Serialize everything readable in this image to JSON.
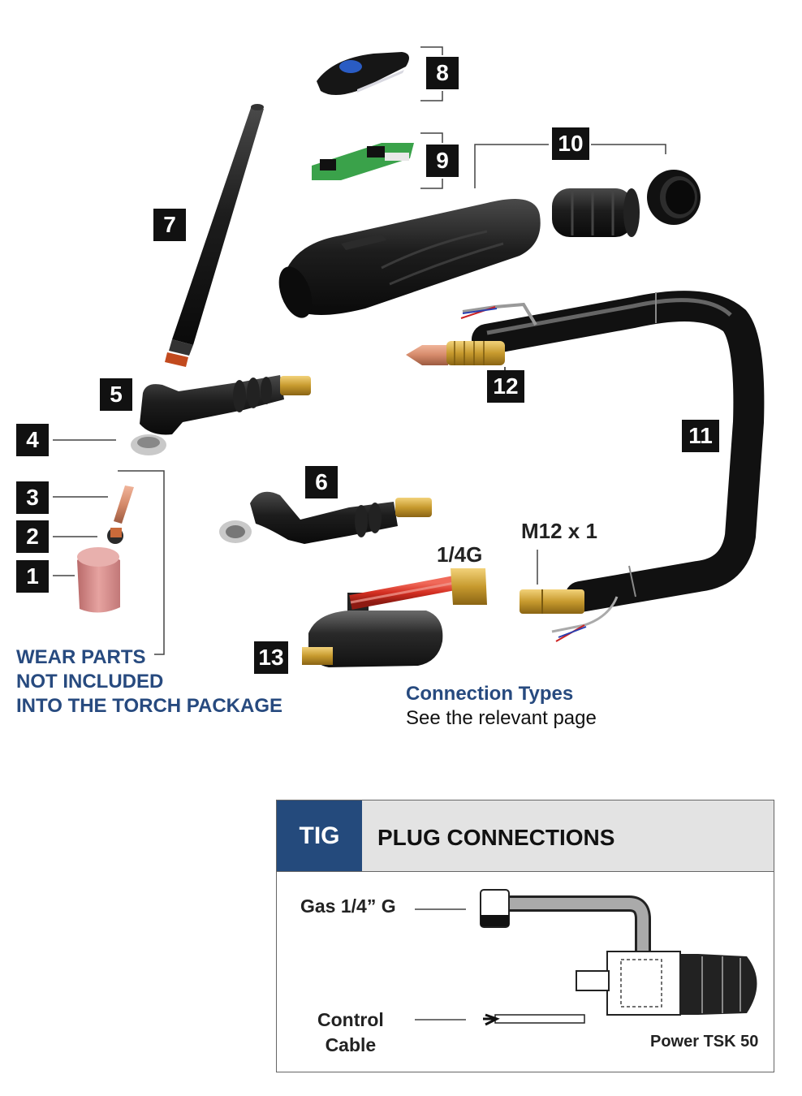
{
  "parts": {
    "n1": "1",
    "n2": "2",
    "n3": "3",
    "n4": "4",
    "n5": "5",
    "n6": "6",
    "n7": "7",
    "n8": "8",
    "n9": "9",
    "n10": "10",
    "n11": "11",
    "n12": "12",
    "n13": "13"
  },
  "labels": {
    "thread_gas": "1/4G",
    "thread_m12": "M12 x 1"
  },
  "wear_parts": {
    "line1": "WEAR PARTS",
    "line2": "NOT INCLUDED",
    "line3": "INTO THE TORCH PACKAGE"
  },
  "connection": {
    "title": "Connection Types",
    "subtitle": "See the relevant page"
  },
  "plug_panel": {
    "badge": "TIG",
    "title": "PLUG CONNECTIONS",
    "gas_label": "Gas 1/4” G",
    "control_line1": "Control",
    "control_line2": "Cable",
    "plug_name": "Power TSK 50"
  },
  "colors": {
    "brand_blue": "#274a7f",
    "header_grey": "#e3e3e3",
    "tag_black": "#111111"
  }
}
